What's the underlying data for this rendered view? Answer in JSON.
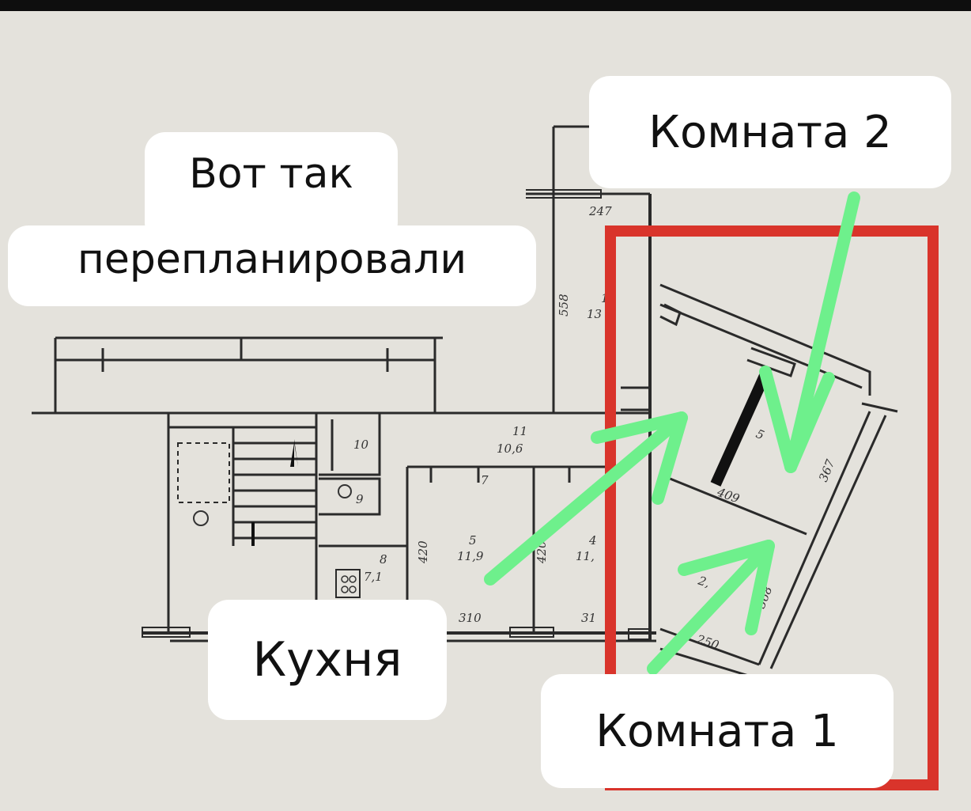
{
  "labels": {
    "title_line1": "Вот так",
    "title_line2": "перепланировали",
    "room2": "Комната 2",
    "kitchen": "Кухня",
    "room1": "Комната 1"
  },
  "plan_dims": {
    "d247": "247",
    "d558": "558",
    "d13a": "1",
    "d13b": "13",
    "d11": "11",
    "d106": "10,6",
    "d10": "10",
    "d9": "9",
    "d7": "7",
    "d8": "8",
    "d71": "7,1",
    "d420a": "420",
    "d5": "5",
    "d119a": "11,9",
    "d420b": "420",
    "d4": "4",
    "d119b": "11,",
    "d310a": "310",
    "d310b": "31",
    "d15": "5",
    "d409": "409",
    "d367": "367",
    "d250": "250",
    "d2": "2,",
    "d368": "368"
  },
  "colors": {
    "highlight_frame": "#d9342b",
    "arrow": "#6ef08c",
    "wall": "#2a2a2a",
    "paper": "#e4e2dc"
  }
}
